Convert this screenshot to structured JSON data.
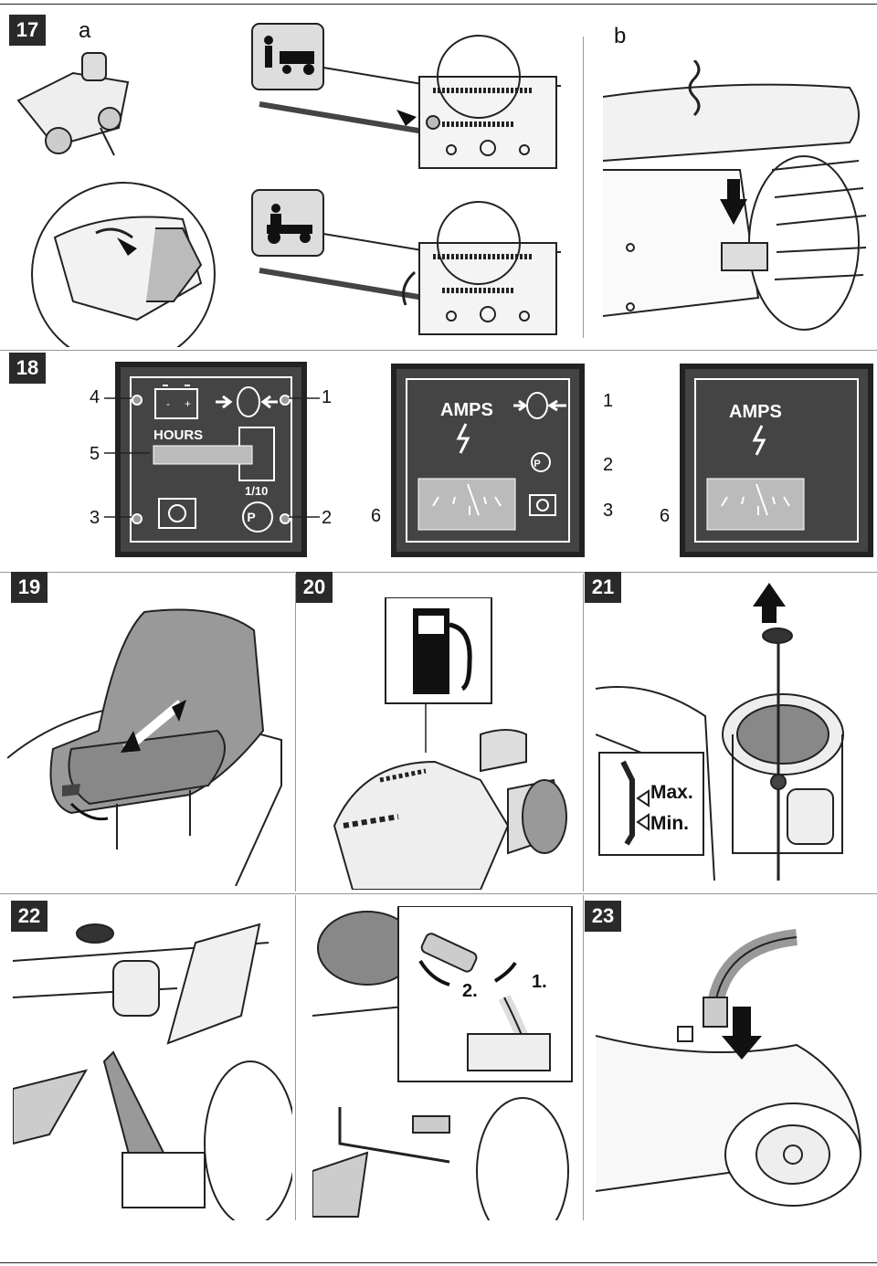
{
  "figures": {
    "fig17": {
      "number": "17",
      "sub_a": "a",
      "sub_b": "b"
    },
    "fig18": {
      "number": "18",
      "panel1": {
        "hours_label": "HOURS",
        "scale_label": "1/10",
        "callouts": [
          "4",
          "1",
          "5",
          "3",
          "2"
        ]
      },
      "panel2": {
        "amps_label": "AMPS",
        "callouts": [
          "1",
          "2",
          "6",
          "3"
        ]
      },
      "panel3": {
        "amps_label": "AMPS",
        "callouts": [
          "6"
        ]
      }
    },
    "fig19": {
      "number": "19"
    },
    "fig20": {
      "number": "20"
    },
    "fig21": {
      "number": "21",
      "max_label": "Max.",
      "min_label": "Min."
    },
    "fig22": {
      "number": "22",
      "step1": "1.",
      "step2": "2."
    },
    "fig23": {
      "number": "23"
    }
  },
  "colors": {
    "panel_bg": "#444444",
    "badge_bg": "#2a2a2a",
    "line": "#222222"
  }
}
